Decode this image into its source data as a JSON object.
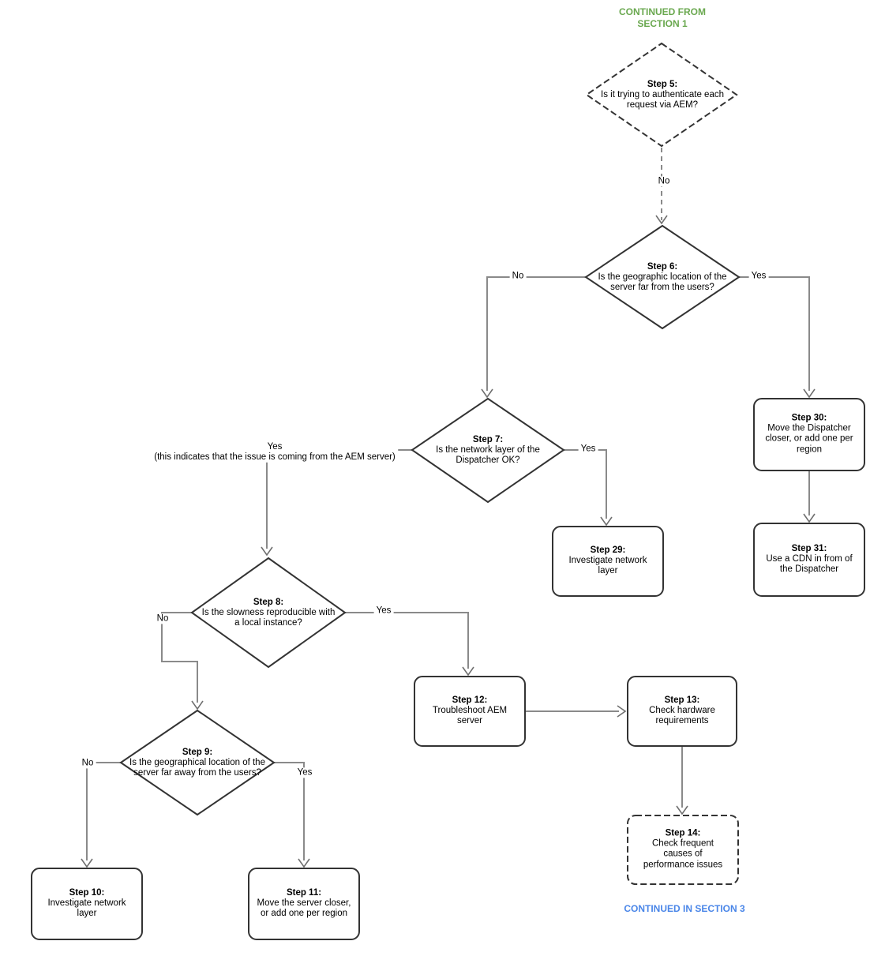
{
  "sections": {
    "continued_from": "CONTINUED FROM SECTION 1",
    "continued_in": "CONTINUED IN SECTION 3"
  },
  "colors": {
    "continued_from": "#6aa84f",
    "continued_in": "#4a86e8",
    "shape_border": "#333333",
    "connector": "#8a8a8a"
  },
  "nodes": {
    "step5": {
      "title": "Step 5:",
      "text": "Is it trying to authenticate each request via AEM?",
      "shape": "decision-dashed"
    },
    "step6": {
      "title": "Step 6:",
      "text": "Is the geographic location of the server far from the users?",
      "shape": "decision"
    },
    "step7": {
      "title": "Step 7:",
      "text": "Is the network layer of the Dispatcher OK?",
      "shape": "decision"
    },
    "step8": {
      "title": "Step 8:",
      "text": "Is the slowness reproducible with a local instance?",
      "shape": "decision"
    },
    "step9": {
      "title": "Step 9:",
      "text": "Is the geographical location of the server far away from the users?",
      "shape": "decision"
    },
    "step10": {
      "title": "Step 10:",
      "text": "Investigate network layer",
      "shape": "process"
    },
    "step11": {
      "title": "Step 11:",
      "text": "Move the server closer, or add one per region",
      "shape": "process"
    },
    "step12": {
      "title": "Step 12:",
      "text": "Troubleshoot AEM server",
      "shape": "process"
    },
    "step13": {
      "title": "Step 13:",
      "text": "Check hardware requirements",
      "shape": "process"
    },
    "step14": {
      "title": "Step 14:",
      "text": "Check frequent causes of performance issues",
      "shape": "process-dashed"
    },
    "step29": {
      "title": "Step 29:",
      "text": "Investigate network layer",
      "shape": "process"
    },
    "step30": {
      "title": "Step 30:",
      "text": "Move the Dispatcher closer, or add one per region",
      "shape": "process"
    },
    "step31": {
      "title": "Step 31:",
      "text": "Use a CDN in from of the Dispatcher",
      "shape": "process"
    }
  },
  "edges": [
    {
      "from": "step5",
      "to": "step6",
      "label": "No",
      "style": "dashed"
    },
    {
      "from": "step6",
      "to": "step7",
      "label": "No"
    },
    {
      "from": "step6",
      "to": "step30",
      "label": "Yes"
    },
    {
      "from": "step7",
      "to": "step29",
      "label": "Yes"
    },
    {
      "from": "step7",
      "to": "step8",
      "label": "Yes",
      "note": "(this indicates that the issue is coming from the AEM server)"
    },
    {
      "from": "step8",
      "to": "step9",
      "label": "No"
    },
    {
      "from": "step8",
      "to": "step12",
      "label": "Yes"
    },
    {
      "from": "step9",
      "to": "step10",
      "label": "No"
    },
    {
      "from": "step9",
      "to": "step11",
      "label": "Yes"
    },
    {
      "from": "step12",
      "to": "step13",
      "label": ""
    },
    {
      "from": "step13",
      "to": "step14",
      "label": ""
    },
    {
      "from": "step30",
      "to": "step31",
      "label": ""
    }
  ]
}
